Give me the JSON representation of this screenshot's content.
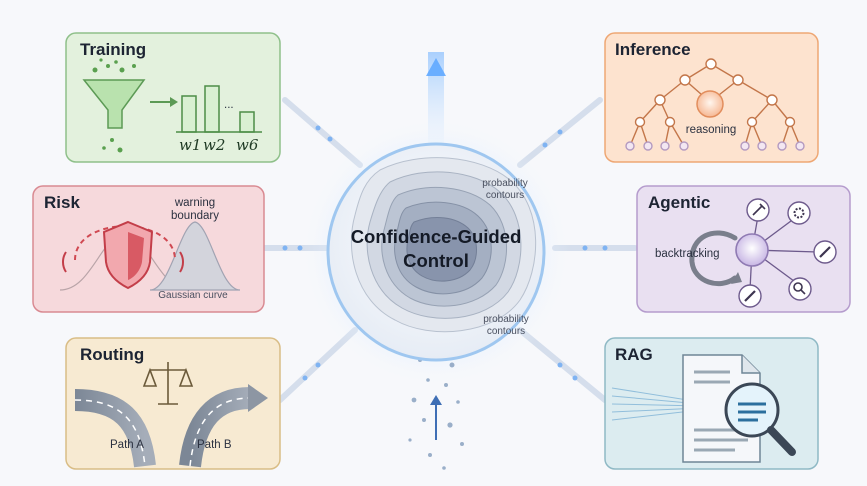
{
  "center": {
    "title_line1": "Confidence-Guided",
    "title_line2": "Control",
    "contour_label_top_1": "probability",
    "contour_label_top_2": "contours",
    "contour_label_bottom_1": "probability",
    "contour_label_bottom_2": "contours"
  },
  "panels": {
    "training": {
      "title": "Training",
      "weights": [
        "w1",
        "w2",
        "w6"
      ],
      "ellipsis": "..."
    },
    "risk": {
      "title": "Risk",
      "warning_1": "warning",
      "warning_2": "boundary",
      "curve_label": "Gaussian curve"
    },
    "routing": {
      "title": "Routing",
      "path_a": "Path A",
      "path_b": "Path B"
    },
    "inference": {
      "title": "Inference",
      "node_label": "reasoning"
    },
    "agentic": {
      "title": "Agentic",
      "backtracking": "backtracking"
    },
    "rag": {
      "title": "RAG"
    }
  },
  "colors": {
    "training_bg": "#e3f1dd",
    "training_border": "#8fc08a",
    "risk_bg": "#f6d9dc",
    "risk_border": "#d98a92",
    "routing_bg": "#f7ead2",
    "routing_border": "#d9bd86",
    "inference_bg": "#fde3cf",
    "inference_border": "#eea774",
    "agentic_bg": "#e9e0f1",
    "agentic_border": "#b59ccd",
    "rag_bg": "#dcecf0",
    "rag_border": "#8fb9c5"
  }
}
